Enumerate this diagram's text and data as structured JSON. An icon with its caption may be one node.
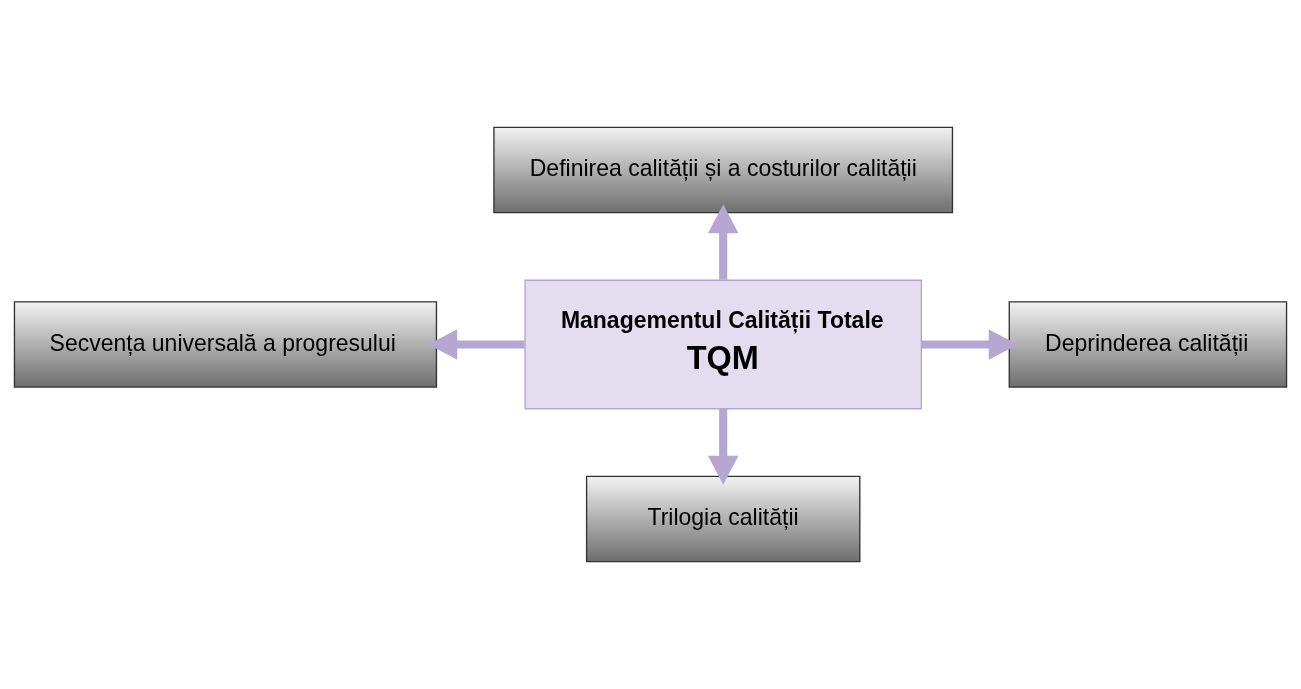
{
  "diagram": {
    "nodes": [
      {
        "text": [
          "Definirea calității și a costurilor calității"
        ]
      },
      {
        "text": [
          "Secvența universală a progresului"
        ]
      },
      {
        "text": [
          "Managementul Calității Totale",
          "TQM"
        ]
      },
      {
        "text": [
          "Deprinderea calității"
        ]
      },
      {
        "text": [
          "Trilogia calității"
        ]
      }
    ],
    "edges": [
      {
        "from": 2,
        "to": 0,
        "arrow": "to"
      },
      {
        "from": 2,
        "to": 1,
        "arrow": "to"
      },
      {
        "from": 2,
        "to": 3,
        "arrow": "to"
      },
      {
        "from": 2,
        "to": 4,
        "arrow": "to"
      }
    ]
  }
}
